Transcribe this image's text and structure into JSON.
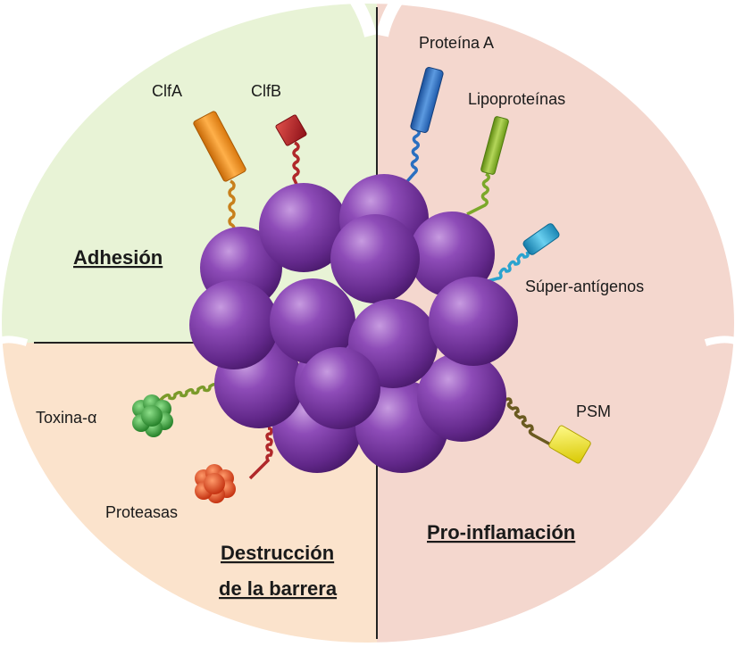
{
  "sections": {
    "adhesion": "Adhesión",
    "proinflammation": "Pro-inflamación",
    "barrier_line1": "Destrucción",
    "barrier_line2": "de la barrera"
  },
  "factors": {
    "clfa": "ClfA",
    "clfb": "ClfB",
    "protein_a": "Proteína A",
    "lipoproteins": "Lipoproteínas",
    "superantigens": "Súper-antígenos",
    "psm": "PSM",
    "alpha_toxin": "Toxina-α",
    "proteases": "Proteasas"
  },
  "colors": {
    "adhesion_bg": "#e8f3d6",
    "proinflammation_bg": "#f4d7ce",
    "barrier_bg": "#fbe3cc",
    "sphere": "#7a3aa0",
    "clfa": "#f08a1c",
    "clfb": "#c8262b",
    "protein_a": "#2a6fc0",
    "lipoproteins": "#8ab32b",
    "superantigens": "#2aa3cf",
    "psm": "#f2ea1a",
    "alpha_toxin": "#3aa83a",
    "proteases": "#e84a1a"
  }
}
